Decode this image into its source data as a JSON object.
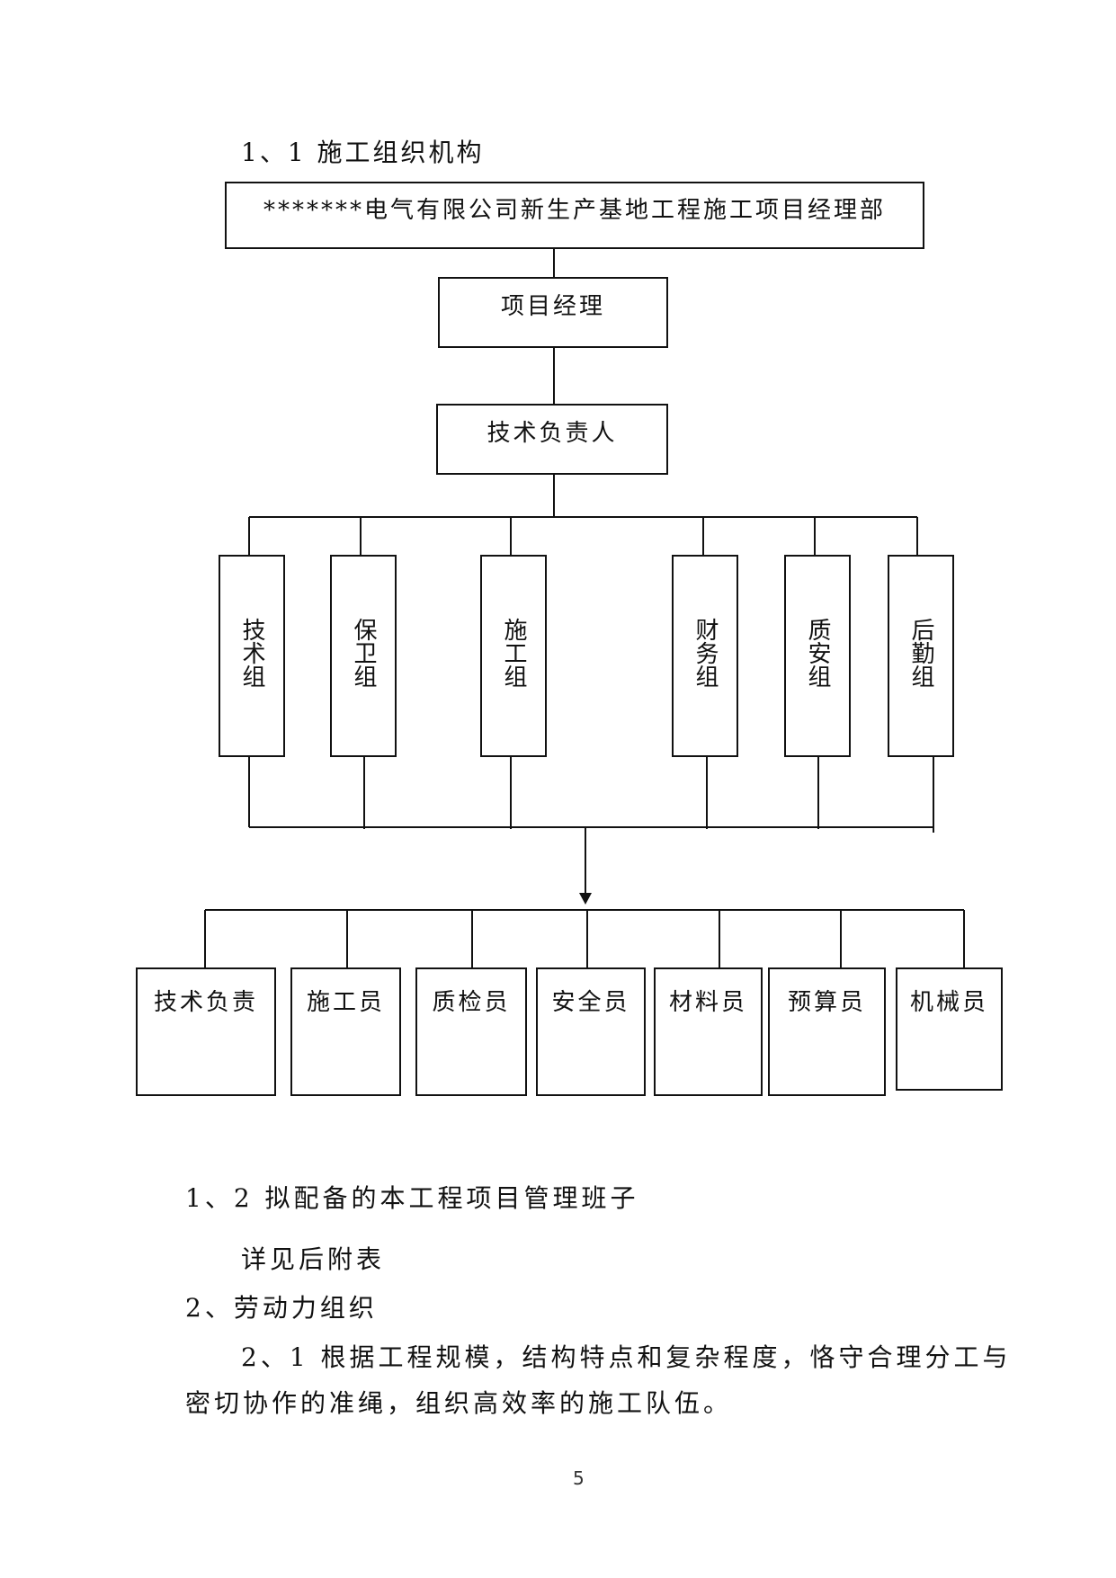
{
  "section_1_1": "1、1 施工组织机构",
  "org": {
    "top": "*******电气有限公司新生产基地工程施工项目经理部",
    "manager": "项目经理",
    "tech_lead": "技术负责人",
    "groups": [
      "技术组",
      "保卫组",
      "施工组",
      "财务组",
      "质安组",
      "后勤组"
    ],
    "staff": [
      "技术负责",
      "施工员",
      "质检员",
      "安全员",
      "材料员",
      "预算员",
      "机械员"
    ]
  },
  "section_1_2": "1、2 拟配备的本工程项目管理班子",
  "see_attached": "详见后附表",
  "section_2": "2、劳动力组织",
  "para_2_1_line1": "2、1 根据工程规模，结构特点和复杂程度，恪守合理分工与",
  "para_2_1_line2": "密切协作的准绳，组织高效率的施工队伍。",
  "page_number": "5"
}
